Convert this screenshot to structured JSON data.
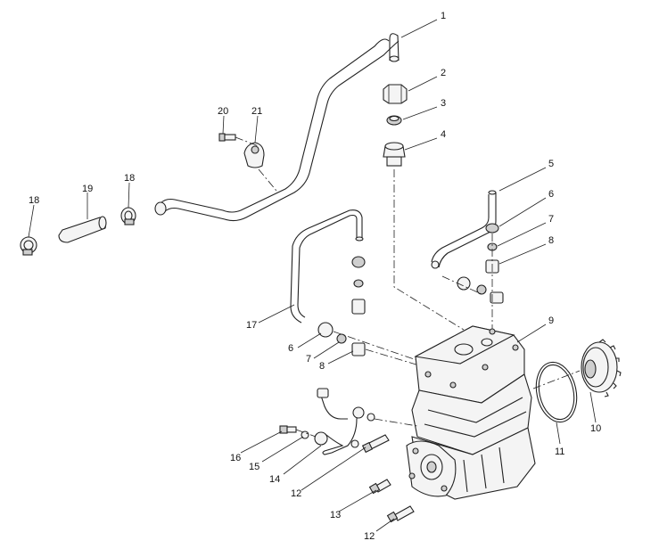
{
  "callouts": [
    {
      "id": "c1",
      "label": "1"
    },
    {
      "id": "c2",
      "label": "2"
    },
    {
      "id": "c3",
      "label": "3"
    },
    {
      "id": "c4",
      "label": "4"
    },
    {
      "id": "c5",
      "label": "5"
    },
    {
      "id": "c6a",
      "label": "6"
    },
    {
      "id": "c7a",
      "label": "7"
    },
    {
      "id": "c8a",
      "label": "8"
    },
    {
      "id": "c9",
      "label": "9"
    },
    {
      "id": "c10",
      "label": "10"
    },
    {
      "id": "c11",
      "label": "11"
    },
    {
      "id": "c12a",
      "label": "12"
    },
    {
      "id": "c12b",
      "label": "12"
    },
    {
      "id": "c13",
      "label": "13"
    },
    {
      "id": "c14",
      "label": "14"
    },
    {
      "id": "c15",
      "label": "15"
    },
    {
      "id": "c16",
      "label": "16"
    },
    {
      "id": "c17",
      "label": "17"
    },
    {
      "id": "c6b",
      "label": "6"
    },
    {
      "id": "c7b",
      "label": "7"
    },
    {
      "id": "c8b",
      "label": "8"
    },
    {
      "id": "c18a",
      "label": "18"
    },
    {
      "id": "c18b",
      "label": "18"
    },
    {
      "id": "c19",
      "label": "19"
    },
    {
      "id": "c20",
      "label": "20"
    },
    {
      "id": "c21",
      "label": "21"
    }
  ]
}
